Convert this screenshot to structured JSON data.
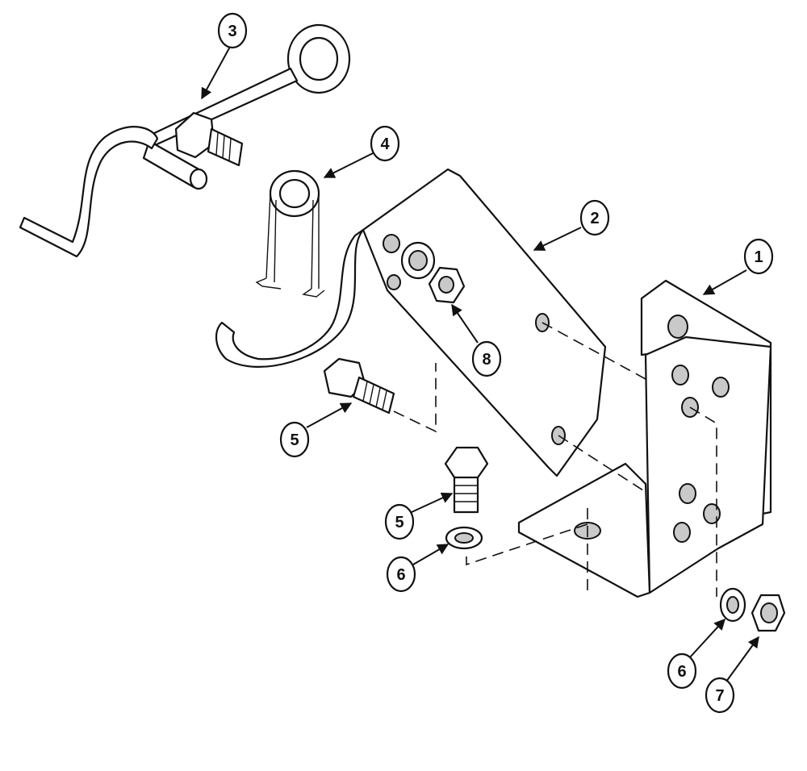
{
  "diagram": {
    "callouts": [
      {
        "id": "c1",
        "label": "1"
      },
      {
        "id": "c2",
        "label": "2"
      },
      {
        "id": "c3",
        "label": "3"
      },
      {
        "id": "c4",
        "label": "4"
      },
      {
        "id": "c5a",
        "label": "5"
      },
      {
        "id": "c5b",
        "label": "5"
      },
      {
        "id": "c6a",
        "label": "6"
      },
      {
        "id": "c6b",
        "label": "6"
      },
      {
        "id": "c7",
        "label": "7"
      },
      {
        "id": "c8",
        "label": "8"
      }
    ]
  }
}
